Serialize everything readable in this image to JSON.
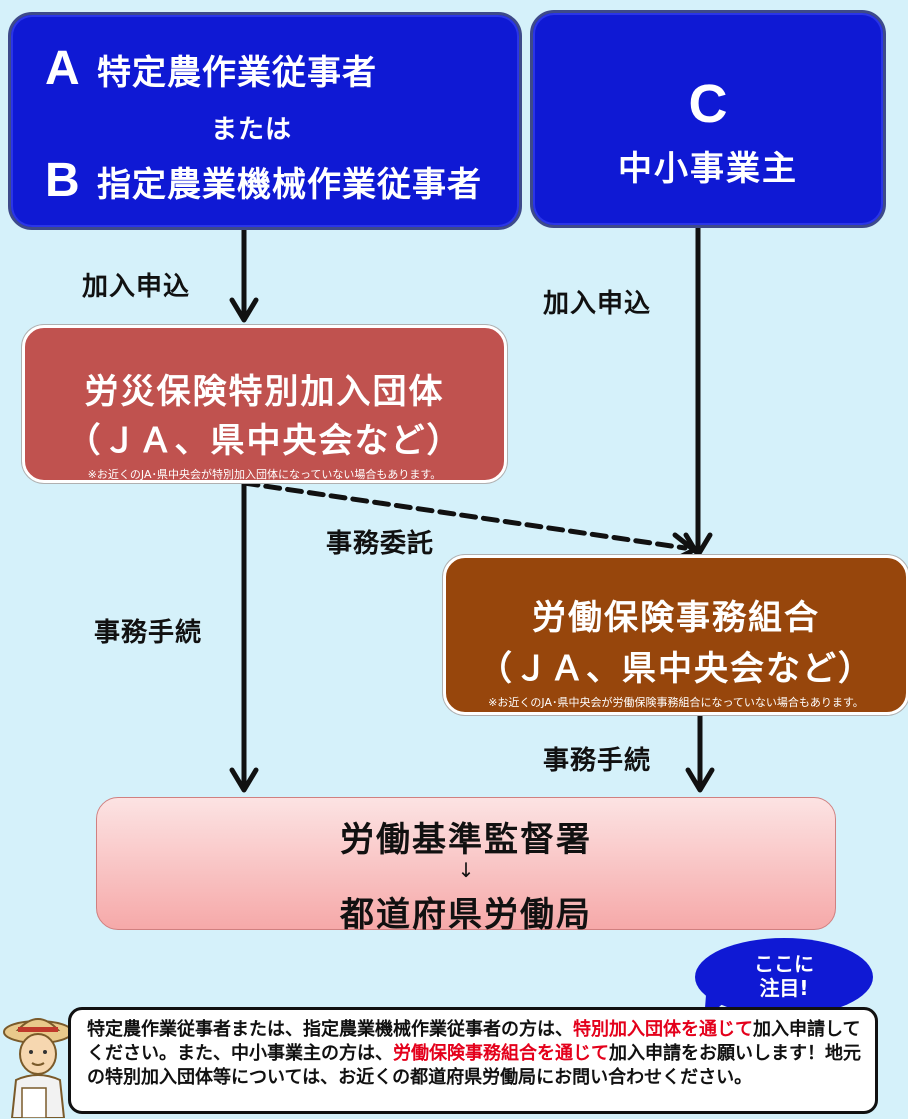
{
  "box_ab": {
    "letter_a": "A",
    "line_a": "特定農作業従事者",
    "or": "または",
    "letter_b": "B",
    "line_b": "指定農業機械作業従事者"
  },
  "box_c": {
    "letter": "C",
    "label": "中小事業主"
  },
  "labels": {
    "apply_left": "加入申込",
    "apply_right": "加入申込",
    "delegation": "事務委託",
    "procedure_left": "事務手続",
    "procedure_right": "事務手続"
  },
  "box_tokubetsu": {
    "line1": "労災保険特別加入団体",
    "line2": "（ＪＡ、県中央会など）",
    "note": "※お近くのJA･県中央会が特別加入団体になっていない場合もあります。"
  },
  "box_roumu": {
    "line1": "労働保険事務組合",
    "line2": "（ＪＡ、県中央会など）",
    "note": "※お近くのJA･県中央会が労働保険事務組合になっていない場合もあります。"
  },
  "box_kantoku": {
    "line1": "労働基準監督署",
    "arrow": "↓",
    "line2": "都道府県労働局"
  },
  "bubble": {
    "line1": "ここに",
    "line2": "注目!"
  },
  "callout": {
    "t1": "特定農作業従事者または、指定農業機械作業従事者の方は、",
    "h1": "特別加入団体を通じて",
    "t2": "加入申請してください。また、中小事業主の方は、",
    "h2": "労働保険事務組合を通じて",
    "t3": "加入申請をお願いします！地元の特別加入団体等については、お近くの都道府県労働局にお問い合わせください。"
  },
  "colors": {
    "background": "#d5f1fa",
    "blue_box": "#0f19d4",
    "red_box": "#c0524f",
    "brown_box": "#97460c",
    "highlight": "#e4001b"
  }
}
